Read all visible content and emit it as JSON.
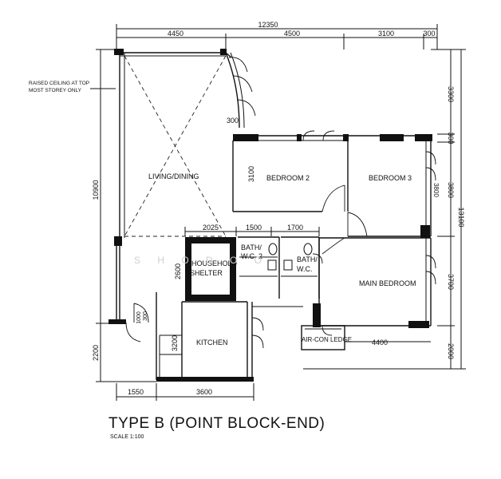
{
  "plan": {
    "title": "TYPE B (POINT BLOCK-END)",
    "scale": "SCALE  1:100",
    "watermark": "S H O D O O",
    "note_line1": "RAISED CEILING AT TOP",
    "note_line2": "MOST STOREY ONLY",
    "rooms": {
      "living": "LIVING/DINING",
      "bedroom2": "BEDROOM 2",
      "bedroom3": "BEDROOM 3",
      "household1": "HOUSEHOLD",
      "household2": "SHELTER",
      "bath2_1": "BATH/",
      "bath2_2": "W.C. 2",
      "bath1_1": "BATH/",
      "bath1_2": "W.C.",
      "main_bedroom": "MAIN BEDROOM",
      "kitchen": "KITCHEN",
      "aircon": "AIR-CON LEDGE"
    },
    "dims": {
      "total_width": "12350",
      "top_4450": "4450",
      "top_4500": "4500",
      "top_3100": "3100",
      "top_300": "300",
      "left_10900": "10900",
      "left_2200": "2200",
      "right_3300": "3300",
      "right_300": "300",
      "right_3800": "3800",
      "right_13100": "13100",
      "right_3700": "3700",
      "right_2000": "2000",
      "mid_2025": "2025",
      "mid_1500": "1500",
      "mid_1700": "1700",
      "bed2_3100": "3100",
      "shelter_2600": "2600",
      "porch_300": "300",
      "ledge_4400": "4400",
      "kitchen_3200": "3200",
      "bottom_1550": "1550",
      "bottom_3600": "3600",
      "entry_1000": "1000",
      "entry_300": "300"
    }
  }
}
